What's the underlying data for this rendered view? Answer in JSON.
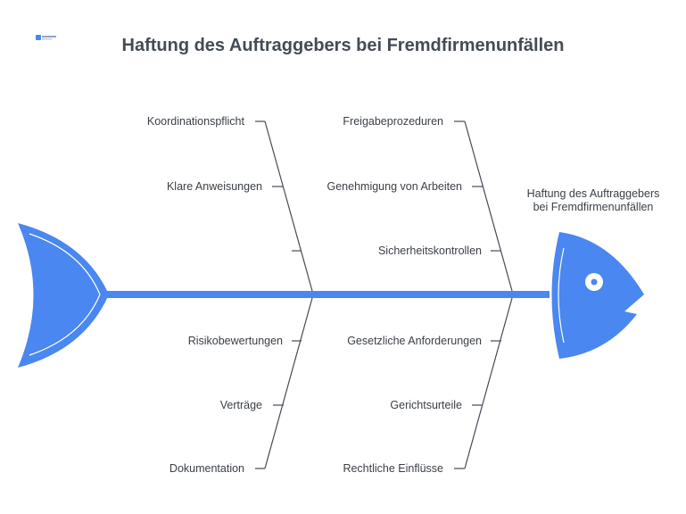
{
  "title": "Haftung des Auftraggebers bei Fremdfirmenunfällen",
  "head": {
    "line1": "Haftung des Auftraggebers",
    "line2": "bei Fremdfirmenunfällen"
  },
  "bones": {
    "top_left": [
      "Koordinationspflicht",
      "Klare Anweisungen",
      ""
    ],
    "top_right": [
      "Freigabeprozeduren",
      "Genehmigung von Arbeiten",
      "Sicherheitskontrollen"
    ],
    "bottom_left": [
      "Risikobewertungen",
      "Verträge",
      "Dokumentation"
    ],
    "bottom_right": [
      "Gesetzliche Anforderungen",
      "Gerichtsurteile",
      "Rechtliche Einflüsse"
    ]
  },
  "colors": {
    "fish": "#4a87f0",
    "bone_line": "#454b55",
    "title": "#454b55"
  }
}
